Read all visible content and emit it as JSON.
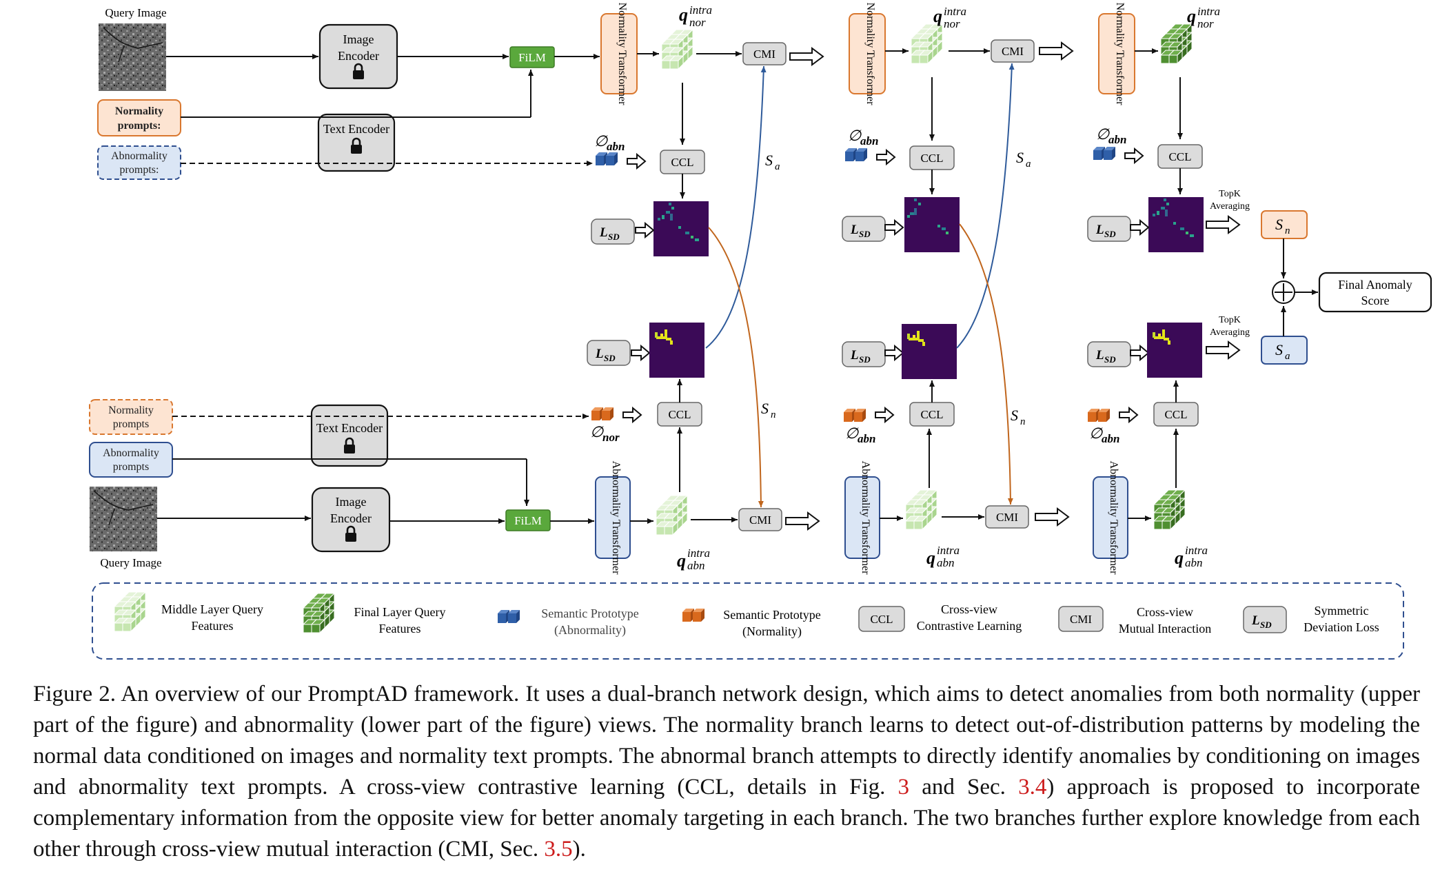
{
  "figure": {
    "query_image_label": "Query Image",
    "image_encoder": [
      "Image",
      "Encoder"
    ],
    "text_encoder": "Text Encoder",
    "film": "FiLM",
    "normality_prompts_top": [
      "Normality",
      "prompts:"
    ],
    "abnormality_prompts_top": [
      "Abnormality",
      "prompts:"
    ],
    "normality_prompts_bottom": [
      "Normality",
      "prompts"
    ],
    "abnormality_prompts_bottom": [
      "Abnormality",
      "prompts"
    ],
    "normality_transformer": "Normality Transformer",
    "abnormality_transformer": "Abnormality Transformer",
    "cmi": "CMI",
    "ccl": "CCL",
    "lsd_main": "L",
    "lsd_sub": "SD",
    "q_main": "q",
    "q_sup": "intra",
    "q_sub_nor": "nor",
    "q_sub_abn": "abn",
    "phi": "∅",
    "phi_sub_abn": "abn",
    "phi_sub_nor": "nor",
    "s_main": "S",
    "s_sub_a": "a",
    "s_sub_n": "n",
    "topk": [
      "TopK",
      "Averaging"
    ],
    "final_score": [
      "Final Anomaly",
      "Score"
    ],
    "lock_icon": "lock-icon"
  },
  "legend": {
    "middle": [
      "Middle Layer Query",
      "Features"
    ],
    "final": [
      "Final Layer Query",
      "Features"
    ],
    "sem_abn": [
      "Semantic Prototype",
      "(Abnormality)"
    ],
    "sem_nor": [
      "Semantic Prototype",
      "(Normality)"
    ],
    "ccl_desc": [
      "Cross-view",
      "Contrastive Learning"
    ],
    "cmi_desc": [
      "Cross-view",
      "Mutual Interaction"
    ],
    "lsd_desc": [
      "Symmetric",
      "Deviation Loss"
    ]
  },
  "caption": {
    "p1": "Figure 2.  An overview of our PromptAD framework.  It uses a dual-branch network design, which aims to detect anomalies from both normality (upper part of the figure) and abnormality (lower part of the figure) views.  The normality branch learns to detect out-of-distribution patterns by modeling the normal data conditioned on images and normality text prompts.  The abnormal branch attempts to directly identify anomalies by conditioning on images and abnormality text prompts.  A cross-view contrastive learning (CCL, details in Fig. ",
    "ref1": "3",
    "p2": " and Sec. ",
    "ref2": "3.4",
    "p3": ") approach is proposed to incorporate complementary information from the opposite view for better anomaly targeting in each branch. The two branches further explore knowledge from each other through cross-view mutual interaction (CMI, Sec. ",
    "ref3": "3.5",
    "p4": ")."
  },
  "colors": {
    "film": "#5aa83c",
    "nor_fill": "#fde4d2",
    "nor_stroke": "#d9772e",
    "abn_fill": "#dbe6f5",
    "abn_stroke": "#2e4e8f",
    "gray_box": "#dcdcdc",
    "map_bg": "#3b0a57",
    "cube_light": "#c6e6b0",
    "cube_dark": "#4f8f31",
    "proto_blue": "#2f5fa8",
    "proto_orange": "#d9691d"
  }
}
